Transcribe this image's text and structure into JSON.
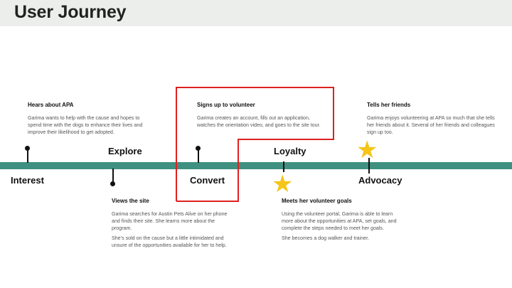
{
  "page": {
    "title": "User Journey"
  },
  "colors": {
    "timeline": "#3f9081",
    "highlight": "#e02020",
    "star": "#f5c518",
    "title_bar": "#eceeec"
  },
  "stages": {
    "interest": "Interest",
    "explore": "Explore",
    "convert": "Convert",
    "loyalty": "Loyalty",
    "advocacy": "Advocacy"
  },
  "cards": {
    "hears": {
      "title": "Hears about APA",
      "lines": [
        "Garima  wants to help with the cause and hopes to spend time with the dogs to enhance their lives and improve their likelihood to get adopted."
      ]
    },
    "views": {
      "title": "Views the site",
      "lines": [
        "Garima searches for Austin Pets Alive on her phone and finds their site. She learns more about the program.",
        "She’s sold on the cause but a little intimidated and unsure of the opportunities available for her to help."
      ]
    },
    "signs": {
      "title": "Signs up to volunteer",
      "lines": [
        "Garima creates an account, fills out an application, watches the orientation video, and goes to the site tour."
      ]
    },
    "meets": {
      "title": "Meets her volunteer goals",
      "lines": [
        "Using the volunteer portal, Garima is able to learn more about the opportunities at APA, set goals, and complete the steps needed to meet her goals.",
        "She becomes a dog walker and trainer."
      ]
    },
    "tells": {
      "title": "Tells her friends",
      "lines": [
        "Garima enjoys volunteering at APA so much that she tells her friends about it. Several of her friends and colleagues sign up too."
      ]
    }
  },
  "icons": {
    "star": "star-icon"
  }
}
